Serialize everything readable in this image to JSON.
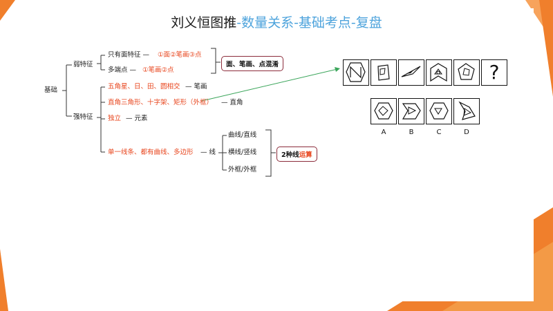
{
  "title": {
    "main": "刘义恒图推",
    "accent": "-数量关系-基础考点-复盘"
  },
  "tree": {
    "root": "基础",
    "weak": "弱特征",
    "weak_items": [
      {
        "label": "只有面特征 —",
        "result": "①面②笔画③点"
      },
      {
        "label": "多端点 —",
        "result": "①笔画②点"
      }
    ],
    "weak_box": "面、笔画、点混淆",
    "strong": "强特征",
    "strong_items": [
      {
        "label": "五角星、日、田、圆相交",
        "result": "— 笔画"
      },
      {
        "label": "直角三角形、十字架、矩形（外框）",
        "result": "— 直角"
      },
      {
        "label": "独立",
        "result": "— 元素"
      },
      {
        "label": "单一线条、都有曲线、多边形",
        "result": "— 线"
      }
    ],
    "line_subitems": [
      "曲线/直线",
      "横线/竖线",
      "外框/外框"
    ],
    "line_box": {
      "plain": "2种线",
      "accent": "运算"
    }
  },
  "puzzle": {
    "question_mark": "?",
    "options": [
      "A",
      "B",
      "C",
      "D"
    ]
  },
  "colors": {
    "accent_red": "#e8461e",
    "title_blue": "#4da3dc",
    "box_border": "#8b2b3a",
    "arrow_green": "#3aa55a",
    "deco_orange": "#f07f2c"
  }
}
